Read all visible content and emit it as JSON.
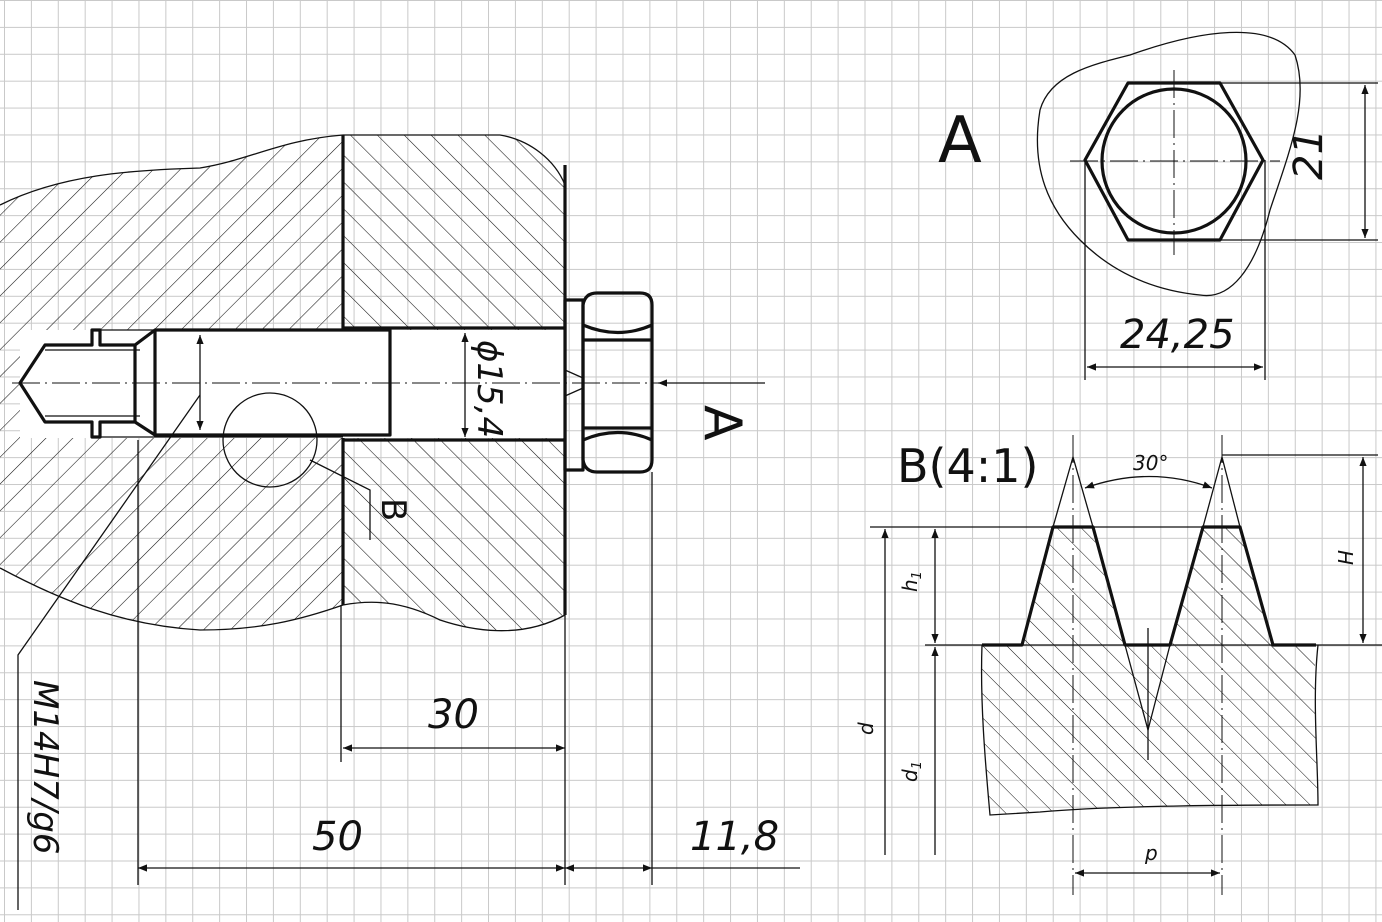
{
  "section": {
    "view_arrow_label": "A",
    "detail_label": "B",
    "thread_fit": "M14H7/g6",
    "bore_diameter": "ϕ15,4",
    "dim_30": "30",
    "dim_50": "50",
    "dim_11_8": "11,8"
  },
  "view_a": {
    "title": "A",
    "height_dim": "21",
    "width_dim": "24,25"
  },
  "detail_b": {
    "title": "B(4:1)",
    "angle": "30°",
    "H": "H",
    "h1": "h",
    "h1_sub": "1",
    "d": "d",
    "d1": "d",
    "d1_sub": "1",
    "p": "p"
  },
  "colors": {
    "ink": "#111111",
    "grid": "#c9c9c9"
  }
}
